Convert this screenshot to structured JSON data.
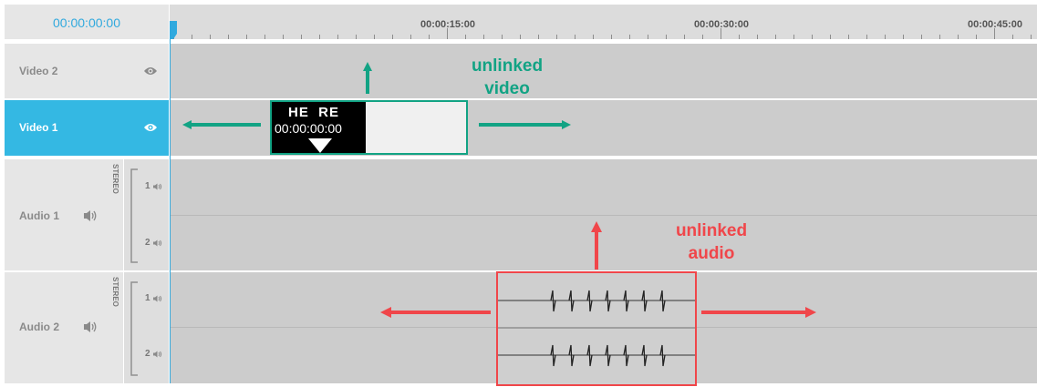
{
  "timeline": {
    "current_time": "00:00:00:00",
    "ruler_labels": [
      "00:00:15:00",
      "00:00:30:00",
      "00:00:45:00"
    ]
  },
  "tracks": {
    "video_2": {
      "label": "Video 2",
      "icon": "eye-icon"
    },
    "video_1": {
      "label": "Video 1",
      "icon": "eye-icon",
      "active": true
    },
    "audio_1": {
      "label": "Audio 1",
      "icon": "speaker-icon",
      "mode": "STEREO",
      "channels": [
        "1",
        "2"
      ]
    },
    "audio_2": {
      "label": "Audio 2",
      "icon": "speaker-icon",
      "mode": "STEREO",
      "channels": [
        "1",
        "2"
      ]
    }
  },
  "video_clip": {
    "title_text": "HE  RE",
    "timecode": "00:00:00:00"
  },
  "annotations": {
    "video": {
      "line1": "unlinked",
      "line2": "video",
      "color": "#12a384"
    },
    "audio": {
      "line1": "unlinked",
      "line2": "audio",
      "color": "#f0464a"
    }
  },
  "colors": {
    "accent": "#34b8e3",
    "green": "#12a384",
    "red": "#f0464a"
  }
}
